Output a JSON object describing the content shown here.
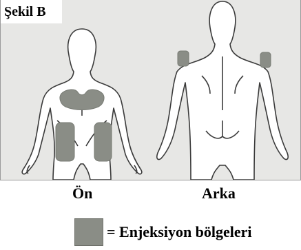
{
  "figure": {
    "title": "Şekil B",
    "views": [
      {
        "label": "Ön"
      },
      {
        "label": "Arka"
      }
    ]
  },
  "legend": {
    "text": "= Enjeksiyon bölgeleri",
    "swatch_color": "#8a8d86"
  },
  "colors": {
    "panel_background": "#e7e7e5",
    "body_fill": "#ffffff",
    "outline": "#3a3a3a",
    "injection_site": "#8a8d86"
  }
}
